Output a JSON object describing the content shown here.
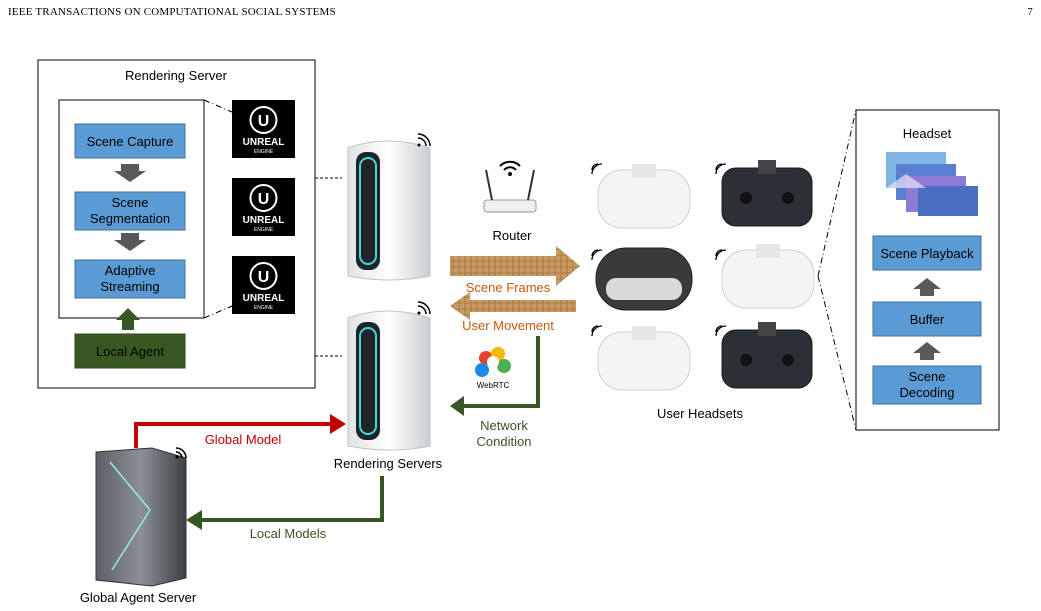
{
  "header": {
    "journal": "IEEE TRANSACTIONS ON COMPUTATIONAL SOCIAL SYSTEMS",
    "page_number": "7"
  },
  "figure": {
    "rendering_server_title": "Rendering Server",
    "pipeline": {
      "scene_capture": "Scene Capture",
      "scene_segmentation_1": "Scene",
      "scene_segmentation_2": "Segmentation",
      "adaptive_streaming_1": "Adaptive",
      "adaptive_streaming_2": "Streaming"
    },
    "local_agent": "Local Agent",
    "engine_logo": {
      "line1": "UNREAL",
      "line2": "ENGINE"
    },
    "router": "Router",
    "scene_frames": "Scene Frames",
    "user_movement": "User Movement",
    "webrtc": "WebRTC",
    "network_condition_1": "Network",
    "network_condition_2": "Condition",
    "rendering_servers": "Rendering Servers",
    "global_model": "Global Model",
    "local_models": "Local Models",
    "global_agent_server": "Global Agent Server",
    "user_headsets": "User Headsets",
    "headset_panel": {
      "title": "Headset",
      "scene_playback": "Scene Playback",
      "buffer": "Buffer",
      "scene_decoding_1": "Scene",
      "scene_decoding_2": "Decoding"
    },
    "colors": {
      "blue_box": "#5b9bd5",
      "green_box": "#385723",
      "red_arrow": "#c00000",
      "green_arrow": "#375623",
      "orange_text": "#c55a11",
      "brown_arrow": "#c9a066"
    }
  }
}
